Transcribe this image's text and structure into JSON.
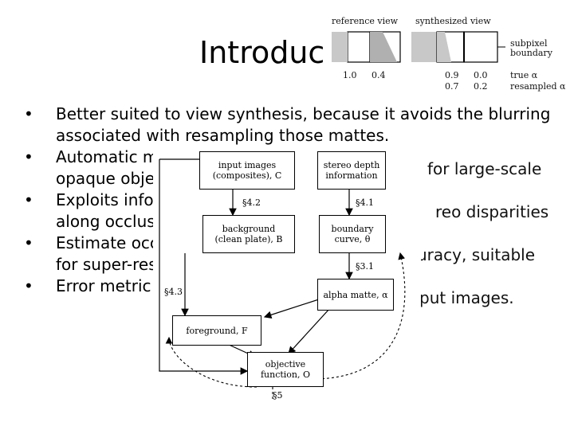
{
  "slide": {
    "title": "Introduct",
    "bullets": [
      {
        "dot": "•",
        "line1": "Better suited to view synthesis, because it avoids the blurring",
        "line2": "associated with resampling those mattes."
      },
      {
        "dot": "•",
        "line1": "Automatic m",
        "line1_tail": "for large-scale",
        "line2": "opaque obje"
      },
      {
        "dot": "•",
        "line1": "Exploits info",
        "line1_tail": "reo disparities",
        "line2": "along occlus"
      },
      {
        "dot": "•",
        "line1": "Estimate occ",
        "line1_tail": "uracy, suitable",
        "line2": "for super-res"
      },
      {
        "dot": "•",
        "line1": "Error metric",
        "line1_tail": "put images."
      }
    ]
  },
  "top_figure": {
    "reference_label": "reference view",
    "synthesized_label": "synthesized view",
    "ref_values": [
      "1.0",
      "0.4"
    ],
    "syn_values_row1": [
      "0.9",
      "0.0"
    ],
    "syn_values_row2": [
      "0.7",
      "0.2"
    ],
    "legend": [
      "subpixel",
      "boundary",
      "true α",
      "resampled α"
    ]
  },
  "flow_figure": {
    "boxes": {
      "input_images": [
        "input images",
        "(composites), C"
      ],
      "stereo_depth": [
        "stereo depth",
        "information"
      ],
      "background": [
        "background",
        "(clean plate), B"
      ],
      "boundary": [
        "boundary",
        "curve, θ"
      ],
      "alpha_matte": [
        "alpha matte, α"
      ],
      "foreground": [
        "foreground, F"
      ],
      "objective": [
        "objective",
        "function, O"
      ]
    },
    "section_labels": {
      "s42": "§4.2",
      "s41": "§4.1",
      "s31": "§3.1",
      "s43": "§4.3",
      "s5": "§5"
    }
  }
}
